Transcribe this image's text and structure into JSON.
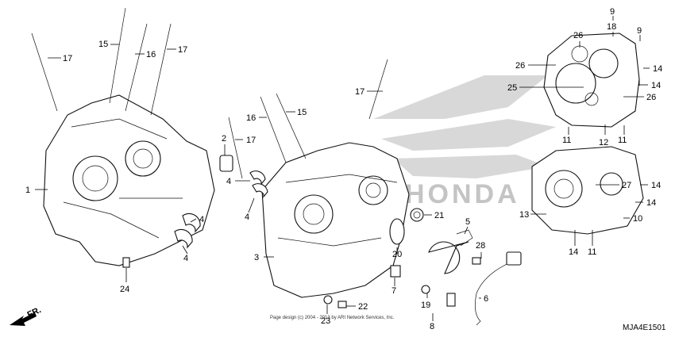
{
  "diagram_code": "MJA4E1501",
  "copyright": "Page design (c) 2004 - 2013 by ARI Network Services, Inc.",
  "direction_label": "FR.",
  "watermark_text": "HONDA",
  "colors": {
    "ink": "#111111",
    "watermark": "#b8b8b8",
    "background": "#ffffff"
  },
  "callouts": [
    {
      "id": "c1",
      "label": "1"
    },
    {
      "id": "c2",
      "label": "2"
    },
    {
      "id": "c3",
      "label": "3"
    },
    {
      "id": "c4a",
      "label": "4"
    },
    {
      "id": "c4b",
      "label": "4"
    },
    {
      "id": "c4c",
      "label": "4"
    },
    {
      "id": "c4d",
      "label": "4"
    },
    {
      "id": "c5",
      "label": "5"
    },
    {
      "id": "c6",
      "label": "6"
    },
    {
      "id": "c7",
      "label": "7"
    },
    {
      "id": "c8",
      "label": "8"
    },
    {
      "id": "c9a",
      "label": "9"
    },
    {
      "id": "c9b",
      "label": "9"
    },
    {
      "id": "c10",
      "label": "10"
    },
    {
      "id": "c11a",
      "label": "11"
    },
    {
      "id": "c11b",
      "label": "11"
    },
    {
      "id": "c11c",
      "label": "11"
    },
    {
      "id": "c11d",
      "label": "11"
    },
    {
      "id": "c12",
      "label": "12"
    },
    {
      "id": "c13",
      "label": "13"
    },
    {
      "id": "c14a",
      "label": "14"
    },
    {
      "id": "c14b",
      "label": "14"
    },
    {
      "id": "c14c",
      "label": "14"
    },
    {
      "id": "c14d",
      "label": "14"
    },
    {
      "id": "c14e",
      "label": "14"
    },
    {
      "id": "c15a",
      "label": "15"
    },
    {
      "id": "c15b",
      "label": "15"
    },
    {
      "id": "c16a",
      "label": "16"
    },
    {
      "id": "c16b",
      "label": "16"
    },
    {
      "id": "c17a",
      "label": "17"
    },
    {
      "id": "c17b",
      "label": "17"
    },
    {
      "id": "c17c",
      "label": "17"
    },
    {
      "id": "c17d",
      "label": "17"
    },
    {
      "id": "c18",
      "label": "18"
    },
    {
      "id": "c19",
      "label": "19"
    },
    {
      "id": "c20",
      "label": "20"
    },
    {
      "id": "c21",
      "label": "21"
    },
    {
      "id": "c22",
      "label": "22"
    },
    {
      "id": "c23",
      "label": "23"
    },
    {
      "id": "c24",
      "label": "24"
    },
    {
      "id": "c25",
      "label": "25"
    },
    {
      "id": "c26a",
      "label": "26"
    },
    {
      "id": "c26b",
      "label": "26"
    },
    {
      "id": "c26c",
      "label": "26"
    },
    {
      "id": "c27",
      "label": "27"
    },
    {
      "id": "c28",
      "label": "28"
    }
  ]
}
